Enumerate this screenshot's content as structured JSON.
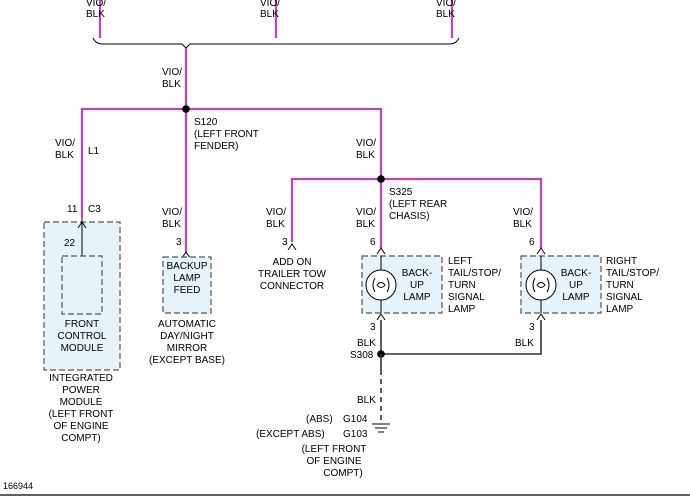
{
  "wires": {
    "top_left": [
      "VIO/",
      "BLK"
    ],
    "top_mid": [
      "VIO/",
      "BLK"
    ],
    "top_right": [
      "VIO/",
      "BLK"
    ],
    "main_trunk": [
      "VIO/",
      "BLK"
    ],
    "to_ipm": [
      "VIO/",
      "BLK"
    ],
    "to_ipm_id": "L1",
    "to_mirror": [
      "VIO/",
      "BLK"
    ],
    "to_s325": [
      "VIO/",
      "BLK"
    ],
    "to_trailer": [
      "VIO/",
      "BLK"
    ],
    "to_left_lamp": [
      "VIO/",
      "BLK"
    ],
    "to_right_lamp": [
      "VIO/",
      "BLK"
    ],
    "left_lamp_ground": "BLK",
    "right_lamp_ground": "BLK",
    "ground_run": "BLK"
  },
  "splices": {
    "s120": [
      "S120",
      "(LEFT FRONT",
      "FENDER)"
    ],
    "s325": [
      "S325",
      "(LEFT REAR",
      "CHASIS)"
    ],
    "s308": "S308"
  },
  "components": {
    "ipm": {
      "pin_outer": "11",
      "connector": "C3",
      "pin_inner": "22",
      "inner_label": [
        "FRONT",
        "CONTROL",
        "MODULE"
      ],
      "label": [
        "INTEGRATED",
        "POWER",
        "MODULE",
        "(LEFT FRONT",
        "OF ENGINE",
        "COMPT)"
      ]
    },
    "mirror": {
      "pin": "3",
      "box_label": [
        "BACKUP",
        "LAMP",
        "FEED"
      ],
      "label": [
        "AUTOMATIC",
        "DAY/NIGHT",
        "MIRROR",
        "(EXCEPT BASE)"
      ]
    },
    "trailer": {
      "pin": "3",
      "label": [
        "ADD ON",
        "TRAILER TOW",
        "CONNECTOR"
      ]
    },
    "left_lamp": {
      "pin_top": "6",
      "pin_bottom": "3",
      "box_label": [
        "BACK-",
        "UP",
        "LAMP"
      ],
      "label": [
        "LEFT",
        "TAIL/STOP/",
        "TURN",
        "SIGNAL",
        "LAMP"
      ]
    },
    "right_lamp": {
      "pin_top": "6",
      "pin_bottom": "3",
      "box_label": [
        "BACK-",
        "UP",
        "LAMP"
      ],
      "label": [
        "RIGHT",
        "TAIL/STOP/",
        "TURN",
        "SIGNAL",
        "LAMP"
      ]
    }
  },
  "grounds": {
    "g104": [
      "(ABS)",
      "G104"
    ],
    "g103": [
      "(EXCEPT ABS)",
      "G103"
    ],
    "location": [
      "(LEFT FRONT",
      "OF ENGINE",
      "COMPT)"
    ]
  },
  "figure_id": "166944"
}
